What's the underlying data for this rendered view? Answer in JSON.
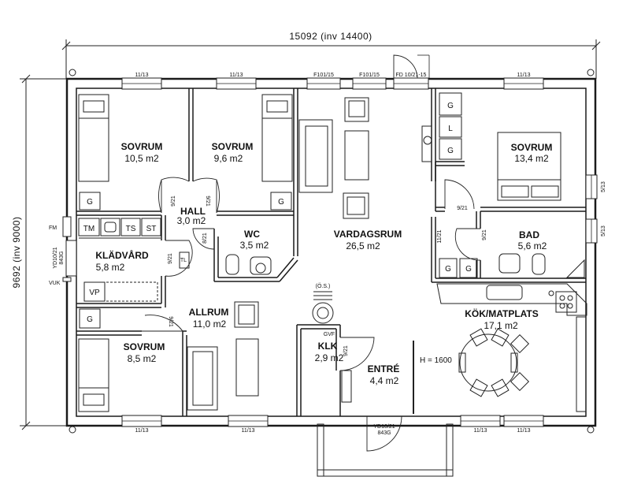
{
  "dimensions": {
    "width": "15092  (inv 14400)",
    "height": "9692  (inv 9000)"
  },
  "rooms": {
    "sovrum1": {
      "name": "SOVRUM",
      "area": "10,5 m2"
    },
    "sovrum2": {
      "name": "SOVRUM",
      "area": "9,6 m2"
    },
    "sovrum3": {
      "name": "SOVRUM",
      "area": "13,4 m2"
    },
    "sovrum4": {
      "name": "SOVRUM",
      "area": "8,5 m2"
    },
    "hall": {
      "name": "HALL",
      "area": "3,0 m2"
    },
    "wc": {
      "name": "WC",
      "area": "3,5 m2"
    },
    "kladvard": {
      "name": "KLÄDVÅRD",
      "area": "5,8 m2"
    },
    "vardagsrum": {
      "name": "VARDAGSRUM",
      "area": "26,5 m2"
    },
    "bad": {
      "name": "BAD",
      "area": "5,6 m2"
    },
    "allrum": {
      "name": "ALLRUM",
      "area": "11,0 m2"
    },
    "klk": {
      "name": "KLK",
      "area": "2,9 m2"
    },
    "entre": {
      "name": "ENTRÉ",
      "area": "4,4 m2"
    },
    "kok": {
      "name": "KÖK/MATPLATS",
      "area": "17,1 m2"
    }
  },
  "windows": {
    "w1": "11/13",
    "w2": "11/13",
    "w3": "F101/15",
    "w4": "F101/15",
    "w5": "FD 10/21-15",
    "w6": "11/13",
    "w7": "5/13",
    "w8": "5/13",
    "w9": "11/13",
    "w10": "11/13",
    "w11": "11/13",
    "w12": "11/13"
  },
  "doors": {
    "d1": "9/21",
    "d2": "9/21",
    "d3": "8/21",
    "d4": "9/21",
    "d5": "9/21",
    "d6": "11/21",
    "d7": "9/21",
    "d8": "9/21",
    "d9": "9/21"
  },
  "entrance_door": {
    "line1": "YD10/21",
    "line2": "843G"
  },
  "side_door": {
    "line1": "YD10/21",
    "line2": "843G"
  },
  "labels": {
    "fm": "FM",
    "vuk": "VUK",
    "tm": "TM",
    "ts": "TS",
    "st": "ST",
    "vp": "VP",
    "tl": "TL",
    "g1": "G",
    "g2": "G",
    "g3": "G",
    "g4": "G",
    "g5": "G",
    "g6": "G",
    "g7": "G",
    "l": "L",
    "os": "(Ö.S.)",
    "gvf": "GVF",
    "h": "H = 1600"
  },
  "colors": {
    "line": "#1a1a1a",
    "background": "#ffffff"
  }
}
